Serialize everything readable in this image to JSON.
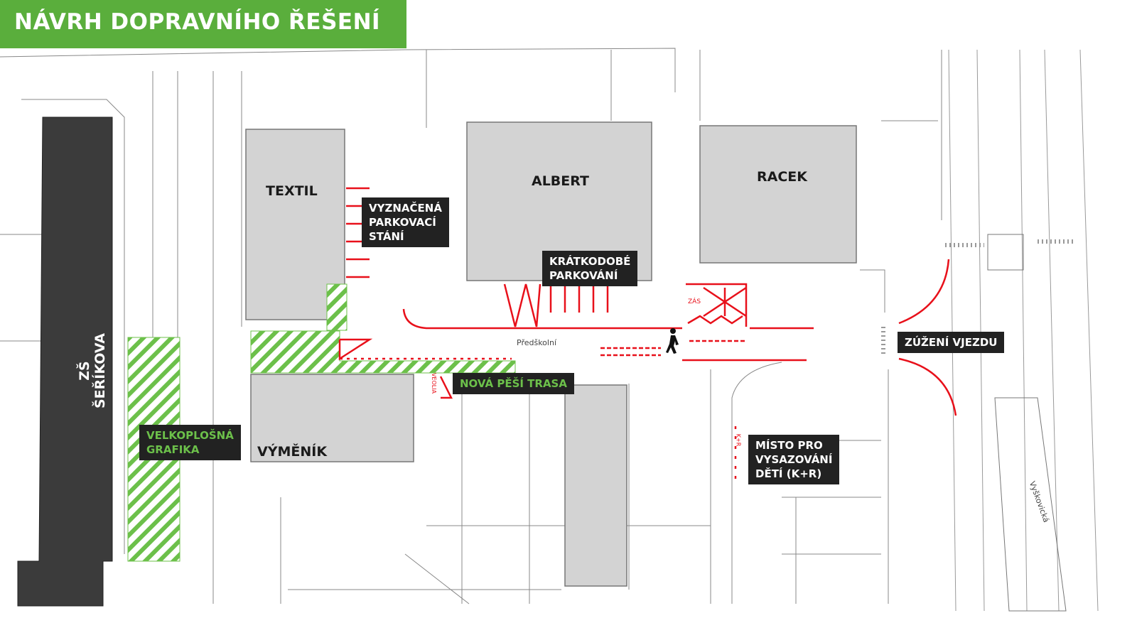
{
  "title": "NÁVRH DOPRAVNÍHO ŘEŠENÍ",
  "buildings": {
    "textil": "TEXTIL",
    "albert": "ALBERT",
    "racek": "RACEK",
    "vymenik": "VÝMĚNÍK",
    "school": "ZŠ ŠEŘÍKOVA"
  },
  "labels": {
    "marked_parking": "VYZNAČENÁ\nPARKOVACÍ\nSTÁNÍ",
    "short_parking": "KRÁTKODOBÉ\nPARKOVÁNÍ",
    "narrowing": "ZÚŽENÍ VJEZDU",
    "new_path": "NOVÁ PĚŠÍ TRASA",
    "graphics": "VELKOPLOŠNÁ\nGRAFIKA",
    "drop_off": "MÍSTO PRO\nVYSAZOVÁNÍ\nDĚTÍ (K+R)"
  },
  "streets": {
    "predskolni": "Předškolní",
    "vyskovicka": "Vyškovická"
  },
  "small_marks": {
    "zas": "ZÁS",
    "veolia": "VEOLIA",
    "kr": "K+R"
  },
  "colors": {
    "accent_green": "#5aae3c",
    "proposal_red": "#e8101a",
    "building_gray": "#d3d3d3",
    "label_bg": "#222222"
  }
}
